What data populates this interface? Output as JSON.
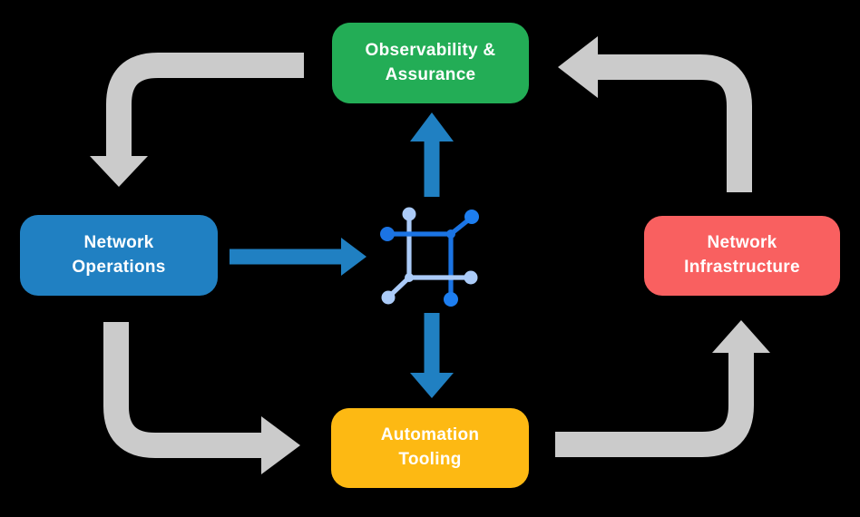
{
  "canvas": {
    "background": "#000000"
  },
  "diagram": {
    "nodes": {
      "observability": {
        "label": "Observability & Assurance",
        "lines": [
          "Observability &",
          "Assurance"
        ],
        "color": "#23ad56",
        "text_color": "#ffffff"
      },
      "operations": {
        "label": "Network Operations",
        "lines": [
          "Network",
          "Operations"
        ],
        "color": "#2080c2",
        "text_color": "#ffffff"
      },
      "infrastructure": {
        "label": "Network Infrastructure",
        "lines": [
          "Network",
          "Infrastructure"
        ],
        "color": "#f96060",
        "text_color": "#ffffff"
      },
      "automation": {
        "label": "Automation Tooling",
        "lines": [
          "Automation",
          "Tooling"
        ],
        "color": "#fdb913",
        "text_color": "#ffffff"
      }
    },
    "center_icon": {
      "name": "network-fabric-icon",
      "dark_blue": "#1b74e4",
      "bright_blue": "#1d7ef0",
      "light_blue": "#abcbf8"
    },
    "arrows": {
      "cycle_color": "#cbcbcb",
      "flow_color": "#2080c2",
      "cycle": [
        {
          "from": "observability",
          "to": "operations"
        },
        {
          "from": "operations",
          "to": "automation"
        },
        {
          "from": "automation",
          "to": "infrastructure"
        },
        {
          "from": "infrastructure",
          "to": "observability"
        }
      ],
      "flows": [
        {
          "from": "operations",
          "to": "center-icon"
        },
        {
          "from": "center-icon",
          "to": "observability"
        },
        {
          "from": "center-icon",
          "to": "automation"
        }
      ]
    }
  }
}
